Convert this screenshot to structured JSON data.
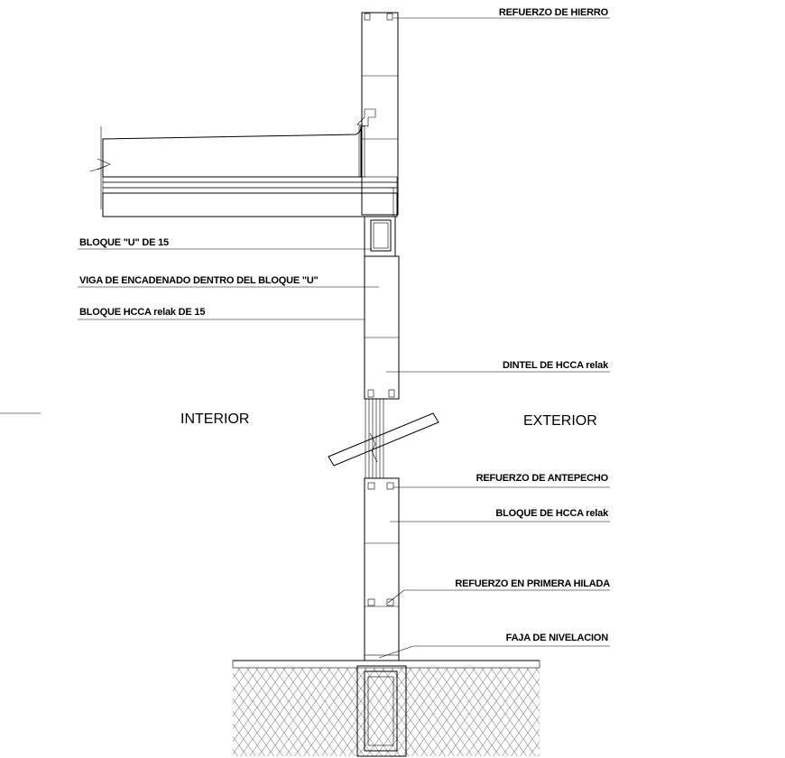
{
  "labels": {
    "refuerzo_hierro": "REFUERZO DE HIERRO",
    "bloque_u": "BLOQUE \"U\" DE 15",
    "viga_encadenado": "VIGA DE ENCADENADO DENTRO DEL BLOQUE \"U\"",
    "bloque_hcca_15": "BLOQUE HCCA relak DE 15",
    "dintel": "DINTEL DE HCCA relak",
    "refuerzo_antepecho": "REFUERZO DE ANTEPECHO",
    "bloque_hcca": "BLOQUE DE HCCA relak",
    "refuerzo_primera": "REFUERZO EN PRIMERA HILADA",
    "faja": "FAJA DE NIVELACION"
  },
  "zones": {
    "interior": "INTERIOR",
    "exterior": "EXTERIOR"
  }
}
